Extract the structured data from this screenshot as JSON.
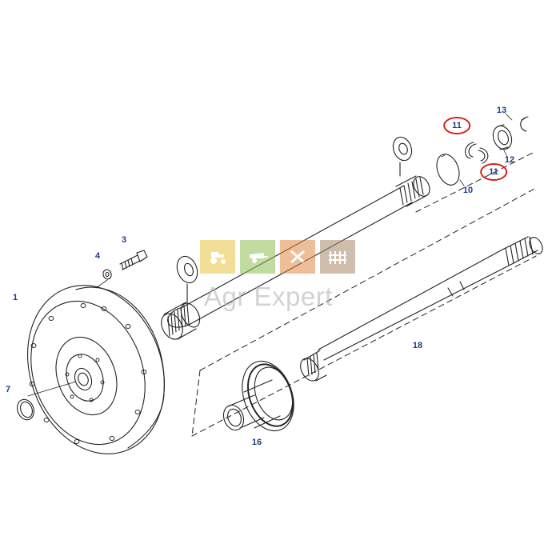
{
  "callouts": [
    {
      "id": "1",
      "label": "1",
      "circled": false
    },
    {
      "id": "3",
      "label": "3",
      "circled": false
    },
    {
      "id": "4",
      "label": "4",
      "circled": false
    },
    {
      "id": "7",
      "label": "7",
      "circled": false
    },
    {
      "id": "10",
      "label": "10",
      "circled": false
    },
    {
      "id": "11a",
      "label": "11",
      "circled": true
    },
    {
      "id": "11b",
      "label": "11",
      "circled": true
    },
    {
      "id": "12",
      "label": "12",
      "circled": false
    },
    {
      "id": "13",
      "label": "13",
      "circled": false
    },
    {
      "id": "16",
      "label": "16",
      "circled": false
    },
    {
      "id": "18",
      "label": "18",
      "circled": false
    }
  ],
  "watermark": {
    "text": "Agr Expert",
    "tiles": [
      {
        "name": "tractor-icon",
        "color": "#e9c441"
      },
      {
        "name": "trailer-icon",
        "color": "#8fbf55"
      },
      {
        "name": "tools-icon",
        "color": "#e08a44"
      },
      {
        "name": "fence-icon",
        "color": "#a88a6a"
      }
    ]
  },
  "colors": {
    "line": "#222222",
    "callout_text": "#1f3a8a",
    "highlight_circle": "#d91e18"
  }
}
